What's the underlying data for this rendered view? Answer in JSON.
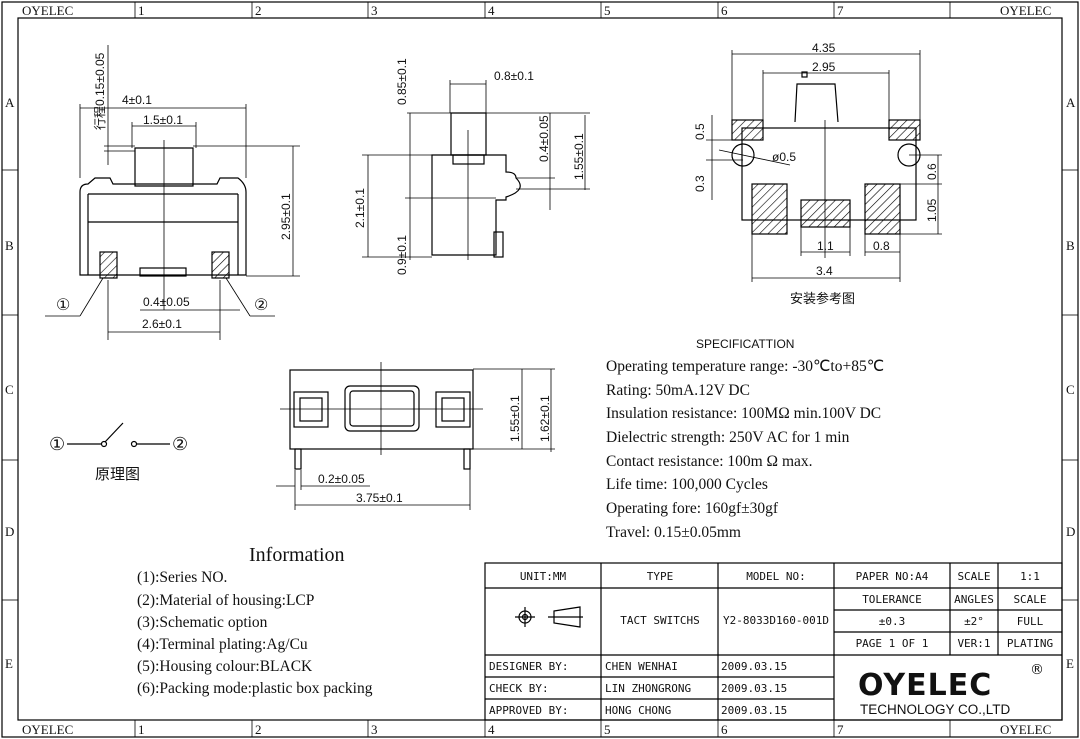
{
  "frame": {
    "corner_left": "OYELEC",
    "corner_right": "OYELEC",
    "columns": [
      "1",
      "2",
      "3",
      "4",
      "5",
      "6",
      "7"
    ],
    "rows": [
      "A",
      "B",
      "C",
      "D",
      "E"
    ]
  },
  "front_view": {
    "travel": "行程0.15±0.05",
    "width": "4±0.1",
    "actuator": "1.5±0.1",
    "height": "2.95±0.1",
    "pin_width": "0.4±0.05",
    "pin_pitch": "2.6±0.1",
    "pin1": "①",
    "pin2": "②"
  },
  "side_view": {
    "actuator_height": "0.85±0.1",
    "actuator_width": "0.8±0.1",
    "notch": "0.4±0.05",
    "upper": "1.55±0.1",
    "body": "2.1±0.1",
    "base": "0.9±0.1"
  },
  "pcb_layout": {
    "overall": "4.35",
    "inner": "2.95",
    "pad_h": "0.5",
    "hole": "ø0.5",
    "offset": "0.3",
    "d06": "0.6",
    "d105": "1.05",
    "center_pad": "1.1",
    "side_pad": "0.8",
    "span": "3.4",
    "caption": "安装参考图"
  },
  "top_view": {
    "h1": "1.55±0.1",
    "h2": "1.62±0.1",
    "pin": "0.2±0.05",
    "length": "3.75±0.1"
  },
  "schematic": {
    "pin1": "①",
    "pin2": "②",
    "caption": "原理图"
  },
  "specification": {
    "title": "SPECIFICATTION",
    "lines": [
      "Operating temperature range: -30℃to+85℃",
      "Rating: 50mA.12V DC",
      "Insulation resistance: 100MΩ min.100V DC",
      "Dielectric strength: 250V AC for 1 min",
      "Contact resistance: 100m Ω max.",
      "Life time: 100,000 Cycles",
      "Operating fore: 160gf±30gf",
      "Travel: 0.15±0.05mm"
    ]
  },
  "information": {
    "title": "Information",
    "items": [
      "(1):Series NO.",
      "(2):Material of housing:LCP",
      "(3):Schematic option",
      "(4):Terminal plating:Ag/Cu",
      "(5):Housing colour:BLACK",
      "(6):Packing mode:plastic box packing"
    ]
  },
  "title_block": {
    "unit": "UNIT:MM",
    "type_h": "TYPE",
    "model_h": "MODEL NO:",
    "paper": "PAPER NO:A4",
    "scale_h": "SCALE",
    "scale_v": "1:1",
    "tolerance_h": "TOLERANCE",
    "angles_h": "ANGLES",
    "scale_h2": "SCALE",
    "type": "TACT SWITCHS",
    "model": "Y2-8033D160-001D",
    "tolerance": "±0.3",
    "angles": "±2°",
    "full": "FULL",
    "page": "PAGE 1 OF 1",
    "ver": "VER:1",
    "plating": "PLATING",
    "designer_l": "DESIGNER BY:",
    "designer": "CHEN WENHAI",
    "designer_d": "2009.03.15",
    "check_l": "CHECK BY:",
    "check": "LIN ZHONGRONG",
    "check_d": "2009.03.15",
    "approved_l": "APPROVED BY:",
    "approved": "HONG CHONG",
    "approved_d": "2009.03.15",
    "logo": "OYELEC",
    "reg": "®",
    "company": "TECHNOLOGY CO.,LTD"
  }
}
